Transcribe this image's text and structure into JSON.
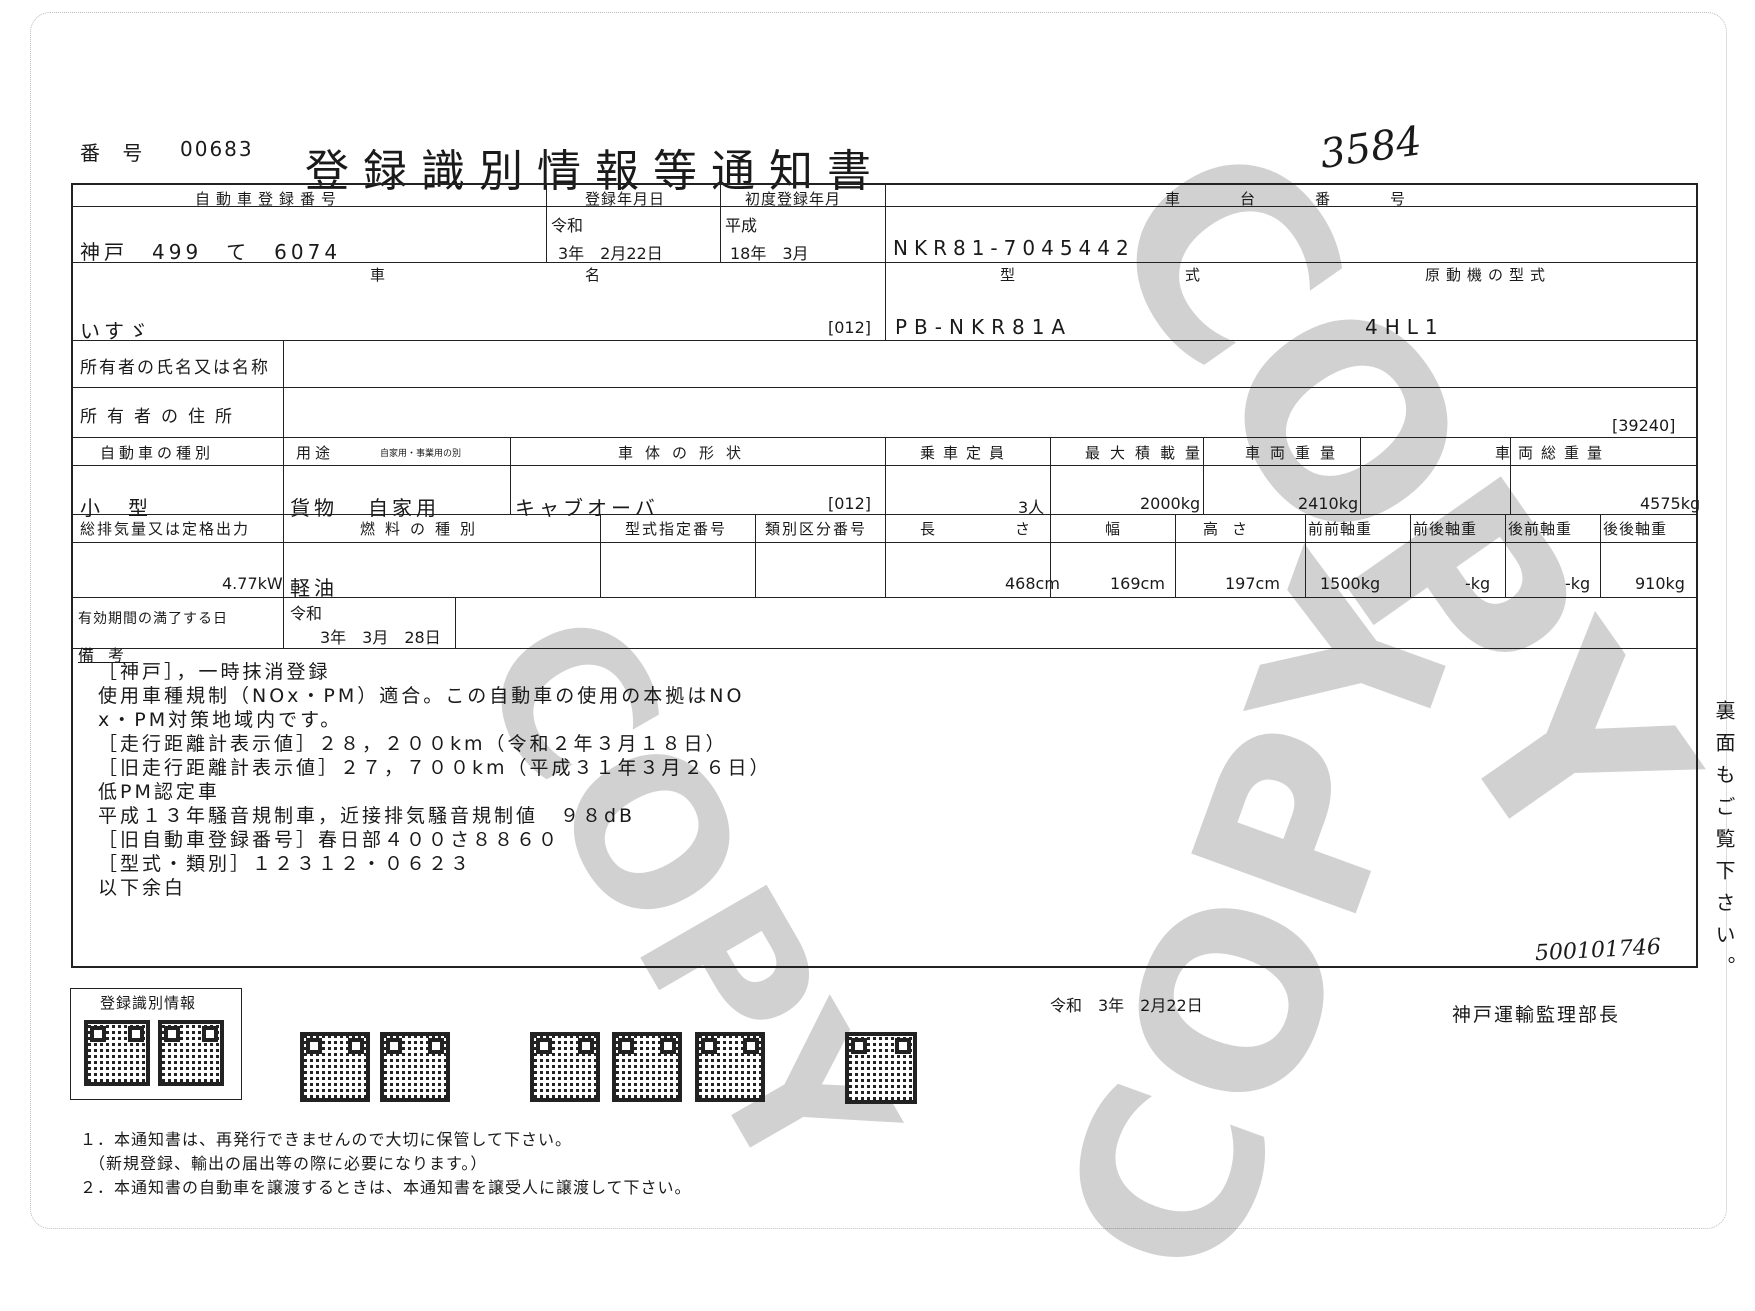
{
  "header": {
    "number_label": "番 号",
    "number_value": "00683",
    "title": "登録識別情報等通知書",
    "handwritten": "3584"
  },
  "captions": {
    "registration_no": "自動車登録番号",
    "registration_date": "登録年月日",
    "first_registration": "初度登録年月",
    "chassis_no": "車台番号",
    "vehicle_name": "車名",
    "model": "型式",
    "engine_model": "原動機の型式",
    "owner_name": "所有者の氏名又は名称",
    "owner_address": "所有者の住所",
    "vehicle_type": "自動車の種別",
    "use": "用途",
    "private_business": "自家用・事業用の別",
    "body_shape": "車体の形状",
    "capacity": "乗車定員",
    "max_load": "最大積載量",
    "vehicle_weight": "車両重量",
    "gross_weight": "車両総重量",
    "displacement": "総排気量又は定格出力",
    "fuel_type": "燃料の種別",
    "type_designation_no": "型式指定番号",
    "category_no": "類別区分番号",
    "length": "長さ",
    "width": "幅",
    "height": "高さ",
    "front_front_axle": "前前軸重",
    "front_rear_axle": "前後軸重",
    "rear_front_axle": "後前軸重",
    "rear_rear_axle": "後後軸重",
    "expiry": "有効期間の満了する日",
    "remarks": "備考"
  },
  "values": {
    "registration_no": "神戸　499　て　6074",
    "registration_era": "令和",
    "registration_date": "3年　2月22日",
    "first_era": "平成",
    "first_date": "18年　3月",
    "chassis_no": "NKR81-7045442",
    "vehicle_name": "いすゞ",
    "model_code": "[012]",
    "model": "PB-NKR81A",
    "engine_model": "4HL1",
    "address_code": "[39240]",
    "vehicle_type": "小　型",
    "use": "貨物",
    "private_business": "自家用",
    "body_shape": "キャブオーバ",
    "body_code": "[012]",
    "capacity": "3人",
    "max_load": "2000kg",
    "vehicle_weight": "2410kg",
    "gross_weight": "4575kg",
    "displacement": "4.77kW",
    "fuel_type": "軽油",
    "length": "468cm",
    "width": "169cm",
    "height": "197cm",
    "front_front_axle": "1500kg",
    "front_rear_axle": "-kg",
    "rear_front_axle": "-kg",
    "rear_rear_axle": "910kg",
    "expiry_era": "令和",
    "expiry_date": "3年　3月　28日"
  },
  "remarks_lines": [
    "［神戸］，一時抹消登録",
    "使用車種規制（NOx・PM）適合。この自動車の使用の本拠はNO",
    "x・PM対策地域内です。",
    "［走行距離計表示値］２８，２００km（令和２年３月１８日）",
    "［旧走行距離計表示値］２７，７００km（平成３１年３月２６日）",
    "低PM認定車",
    "平成１３年騒音規制車，近接排気騒音規制値　９８dB",
    "［旧自動車登録番号］春日部４００さ８８６０",
    "［型式・類別］１２３１２・０６２３",
    "以下余白"
  ],
  "stamp_code": "500101746",
  "side_note": "裏面もご覧下さい。",
  "issue": {
    "date": "令和　3年　2月22日",
    "issuer": "神戸運輸監理部長"
  },
  "qr_box_label": "登録識別情報",
  "footer_notes": [
    "１．本通知書は、再発行できませんので大切に保管して下さい。",
    "　（新規登録、輸出の届出等の際に必要になります。）",
    "２．本通知書の自動車を譲渡するときは、本通知書を譲受人に譲渡して下さい。"
  ],
  "watermark": "COPY"
}
